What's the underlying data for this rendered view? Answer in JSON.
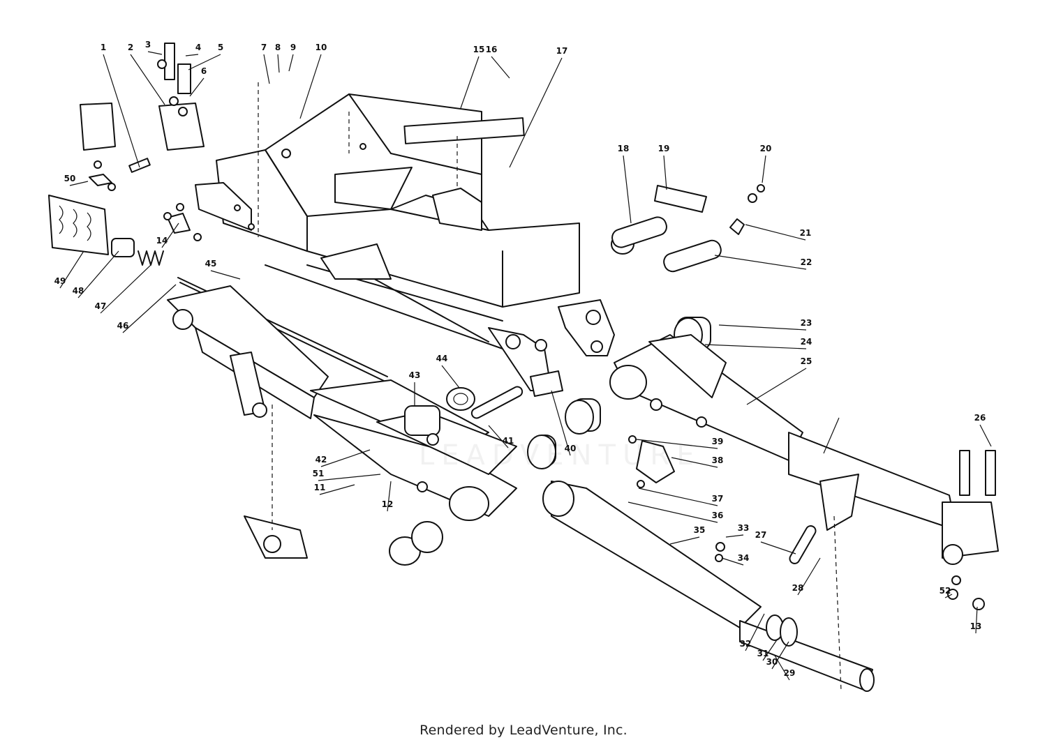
{
  "diagram": {
    "footer": "Rendered by LeadVenture, Inc.",
    "watermark": "LEADVENTURE",
    "callouts": [
      "1",
      "2",
      "3",
      "4",
      "5",
      "6",
      "7",
      "8",
      "9",
      "10",
      "11",
      "12",
      "13",
      "14",
      "15",
      "16",
      "17",
      "18",
      "19",
      "20",
      "21",
      "22",
      "23",
      "24",
      "25",
      "26",
      "27",
      "28",
      "29",
      "30",
      "31",
      "32",
      "33",
      "34",
      "35",
      "36",
      "37",
      "38",
      "39",
      "40",
      "41",
      "42",
      "43",
      "44",
      "45",
      "46",
      "47",
      "48",
      "49",
      "50",
      "51",
      "52"
    ]
  }
}
